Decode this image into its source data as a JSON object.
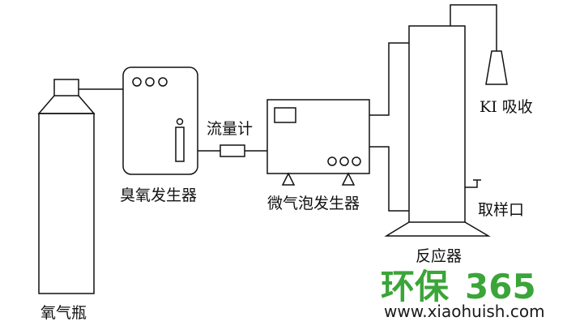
{
  "labels": {
    "cylinder": "氧气瓶",
    "ozone_generator": "臭氧发生器",
    "flowmeter": "流量计",
    "microbubble_generator": "微气泡发生器",
    "reactor": "反应器",
    "ki_absorption": "KI 吸收",
    "sampling_port": "取样口"
  },
  "watermark": {
    "brand_cn": "环保",
    "brand_num": "365",
    "url": "www.xiaohuish.com",
    "green": "#3aa538",
    "dark": "#1a1a1a"
  }
}
